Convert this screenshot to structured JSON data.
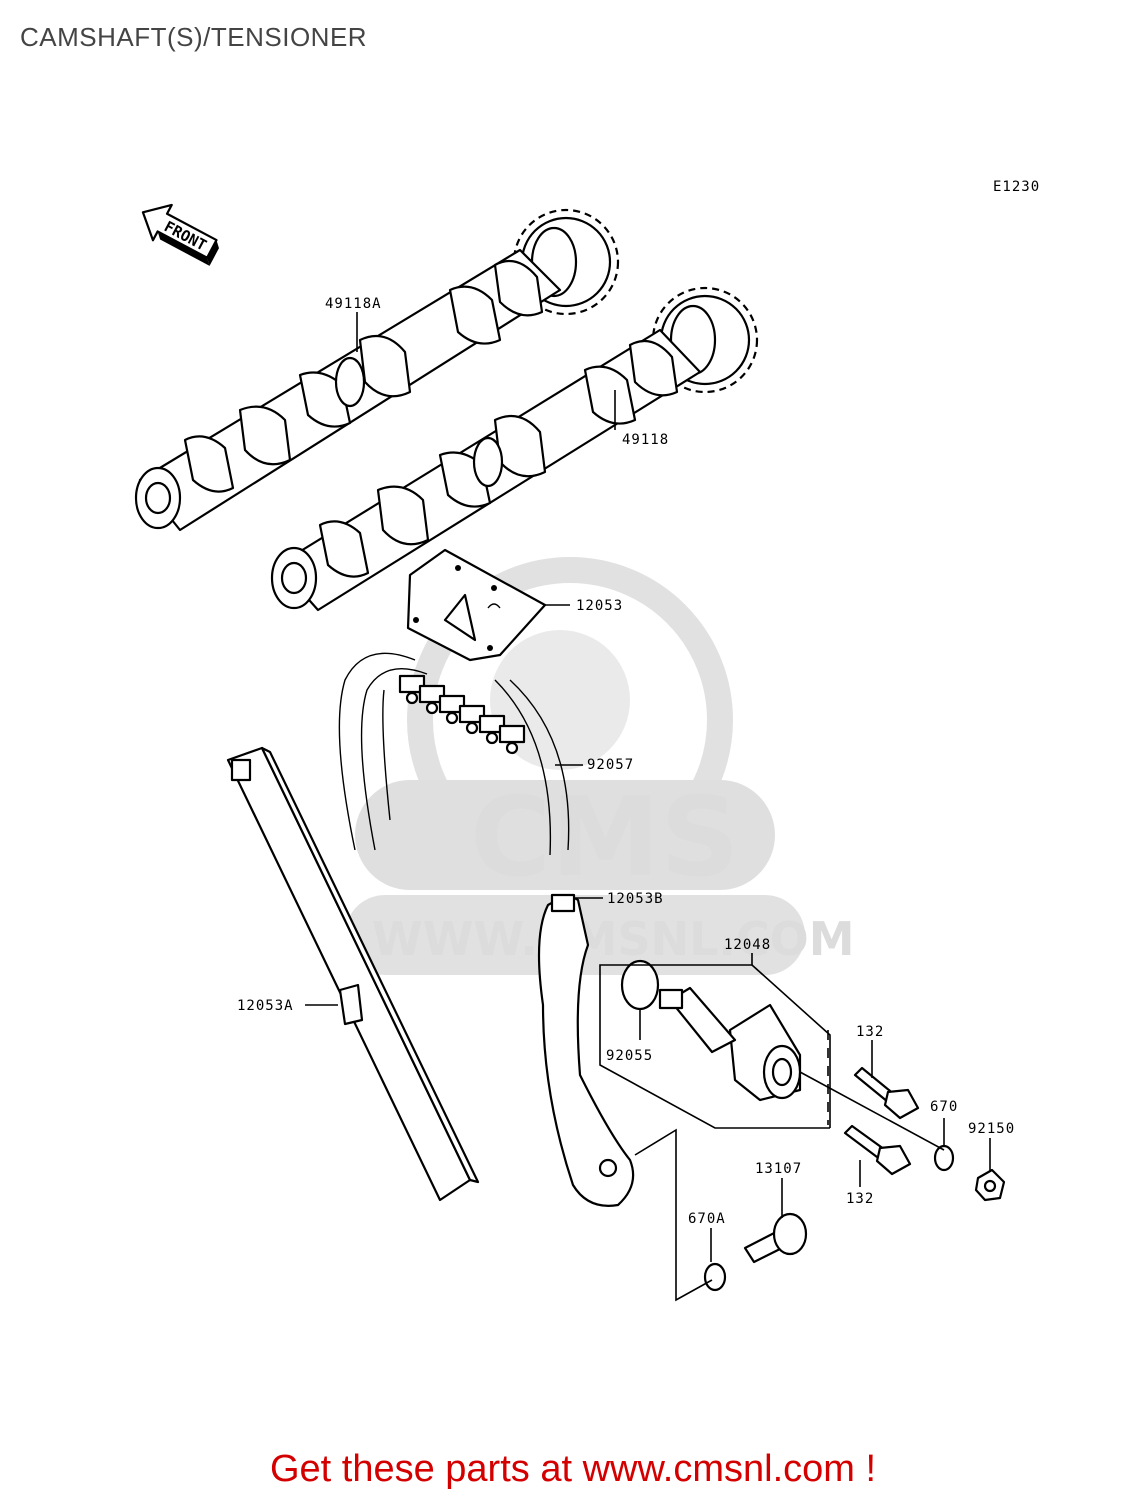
{
  "title": "CAMSHAFT(S)/TENSIONER",
  "diagram_code": "E1230",
  "front_label": "FRONT",
  "watermark": {
    "brand": "CMS",
    "url": "WWW.CMSNL.COM"
  },
  "part_labels": {
    "p49118A": "49118A",
    "p49118": "49118",
    "p12053": "12053",
    "p92057": "92057",
    "p12053B": "12053B",
    "p12048": "12048",
    "p12053A": "12053A",
    "p92055": "92055",
    "p132_top": "132",
    "p132_bottom": "132",
    "p670": "670",
    "p92150": "92150",
    "p13107": "13107",
    "p670A": "670A"
  },
  "promo": {
    "text": "Get these parts at www.cmsnl.com !"
  }
}
